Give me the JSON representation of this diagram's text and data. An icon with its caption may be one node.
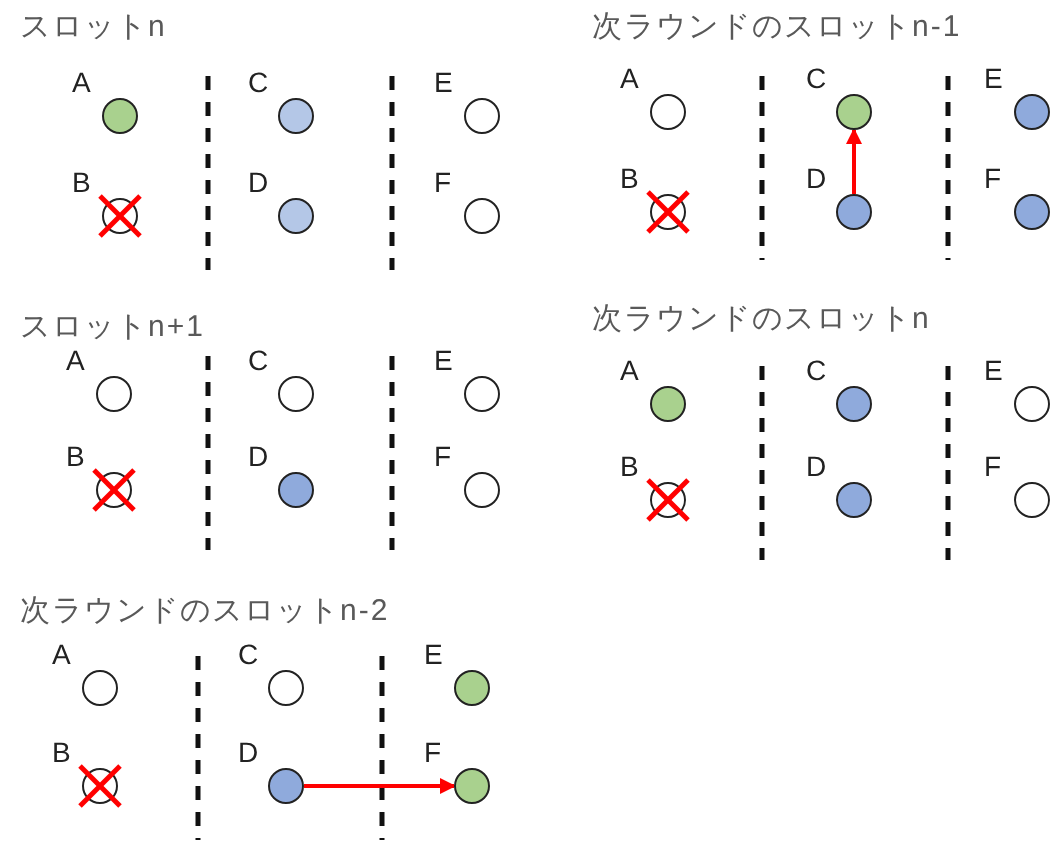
{
  "diagram": {
    "nodes": [
      {
        "text": [],
        "shape": "circle",
        "beside": [
          "A"
        ]
      },
      {
        "text": [],
        "shape": "circle",
        "beside": [
          "B"
        ]
      },
      {
        "text": [],
        "shape": "circle",
        "beside": [
          "C"
        ]
      },
      {
        "text": [],
        "shape": "circle",
        "beside": [
          "D"
        ]
      },
      {
        "text": [],
        "shape": "circle",
        "beside": [
          "E"
        ]
      },
      {
        "text": [],
        "shape": "circle",
        "beside": [
          "F"
        ]
      },
      {
        "text": [],
        "shape": "circle",
        "beside": [
          "A"
        ]
      },
      {
        "text": [],
        "shape": "circle",
        "beside": [
          "B"
        ]
      },
      {
        "text": [],
        "shape": "circle",
        "beside": [
          "C"
        ]
      },
      {
        "text": [],
        "shape": "circle",
        "beside": [
          "D"
        ]
      },
      {
        "text": [],
        "shape": "circle",
        "beside": [
          "E"
        ]
      },
      {
        "text": [],
        "shape": "circle",
        "beside": [
          "F"
        ]
      },
      {
        "text": [],
        "shape": "circle",
        "beside": [
          "A"
        ]
      },
      {
        "text": [],
        "shape": "circle",
        "beside": [
          "B"
        ]
      },
      {
        "text": [],
        "shape": "circle",
        "beside": [
          "C"
        ]
      },
      {
        "text": [],
        "shape": "circle",
        "beside": [
          "D"
        ]
      },
      {
        "text": [],
        "shape": "circle",
        "beside": [
          "E"
        ]
      },
      {
        "text": [],
        "shape": "circle",
        "beside": [
          "F"
        ]
      },
      {
        "text": [],
        "shape": "circle",
        "beside": [
          "A"
        ]
      },
      {
        "text": [],
        "shape": "circle",
        "beside": [
          "B"
        ]
      },
      {
        "text": [],
        "shape": "circle",
        "beside": [
          "C"
        ]
      },
      {
        "text": [],
        "shape": "circle",
        "beside": [
          "D"
        ]
      },
      {
        "text": [],
        "shape": "circle",
        "beside": [
          "E"
        ]
      },
      {
        "text": [],
        "shape": "circle",
        "beside": [
          "F"
        ]
      },
      {
        "text": [],
        "shape": "circle",
        "beside": [
          "A"
        ]
      },
      {
        "text": [],
        "shape": "circle",
        "beside": [
          "B"
        ]
      },
      {
        "text": [],
        "shape": "circle",
        "beside": [
          "C"
        ]
      },
      {
        "text": [],
        "shape": "circle",
        "beside": [
          "D"
        ]
      },
      {
        "text": [],
        "shape": "circle",
        "beside": [
          "E"
        ]
      },
      {
        "text": [],
        "shape": "circle",
        "beside": [
          "F"
        ]
      }
    ],
    "edges": [
      {
        "from": 9,
        "to": 8,
        "arrow": "to",
        "color": "#ff0000"
      },
      {
        "from": 27,
        "to": 29,
        "arrow": "to",
        "color": "#ff0000"
      }
    ],
    "labels": [
      "スロットn",
      "次ラウンドのスロットn-1",
      "スロットn+1",
      "次ラウンドのスロットn",
      "次ラウンドのスロットn-2"
    ]
  }
}
